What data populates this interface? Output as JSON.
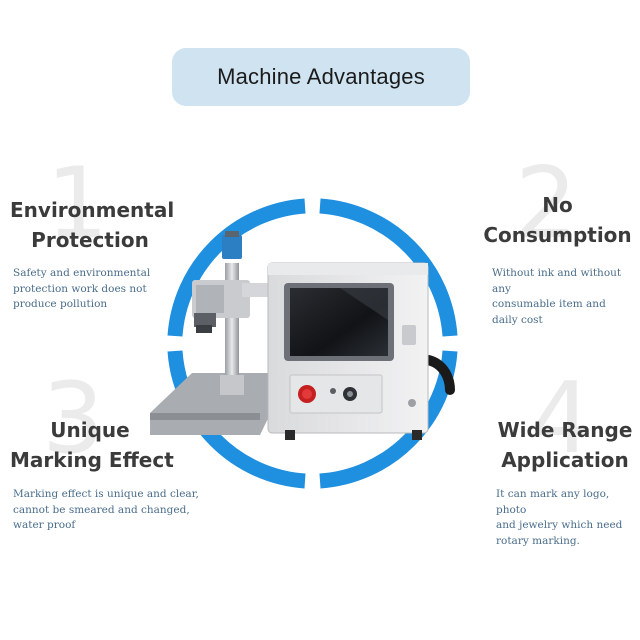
{
  "title": "Machine Advantages",
  "colors": {
    "ring": "#1f8fe0",
    "pill": "#cfe3f1",
    "desc_text": "#4a6d8a",
    "numbers": "#ebebeb"
  },
  "advantages": [
    {
      "number": "1",
      "heading_line1": "Environmental",
      "heading_line2": "Protection",
      "description": "Safety and environmental\nprotection work does not\nproduce pollution"
    },
    {
      "number": "2",
      "heading_line1": "No",
      "heading_line2": "Consumption",
      "description": "Without ink and without any\nconsumable item and\ndaily cost"
    },
    {
      "number": "3",
      "heading_line1": "Unique",
      "heading_line2": "Marking Effect",
      "description": "Marking effect is unique and clear,\n cannot be smeared and changed,\nwater proof"
    },
    {
      "number": "4",
      "heading_line1": "Wide Range",
      "heading_line2": "Application",
      "description": "It can mark any logo, photo\nand jewelry which need\nrotary marking."
    }
  ]
}
